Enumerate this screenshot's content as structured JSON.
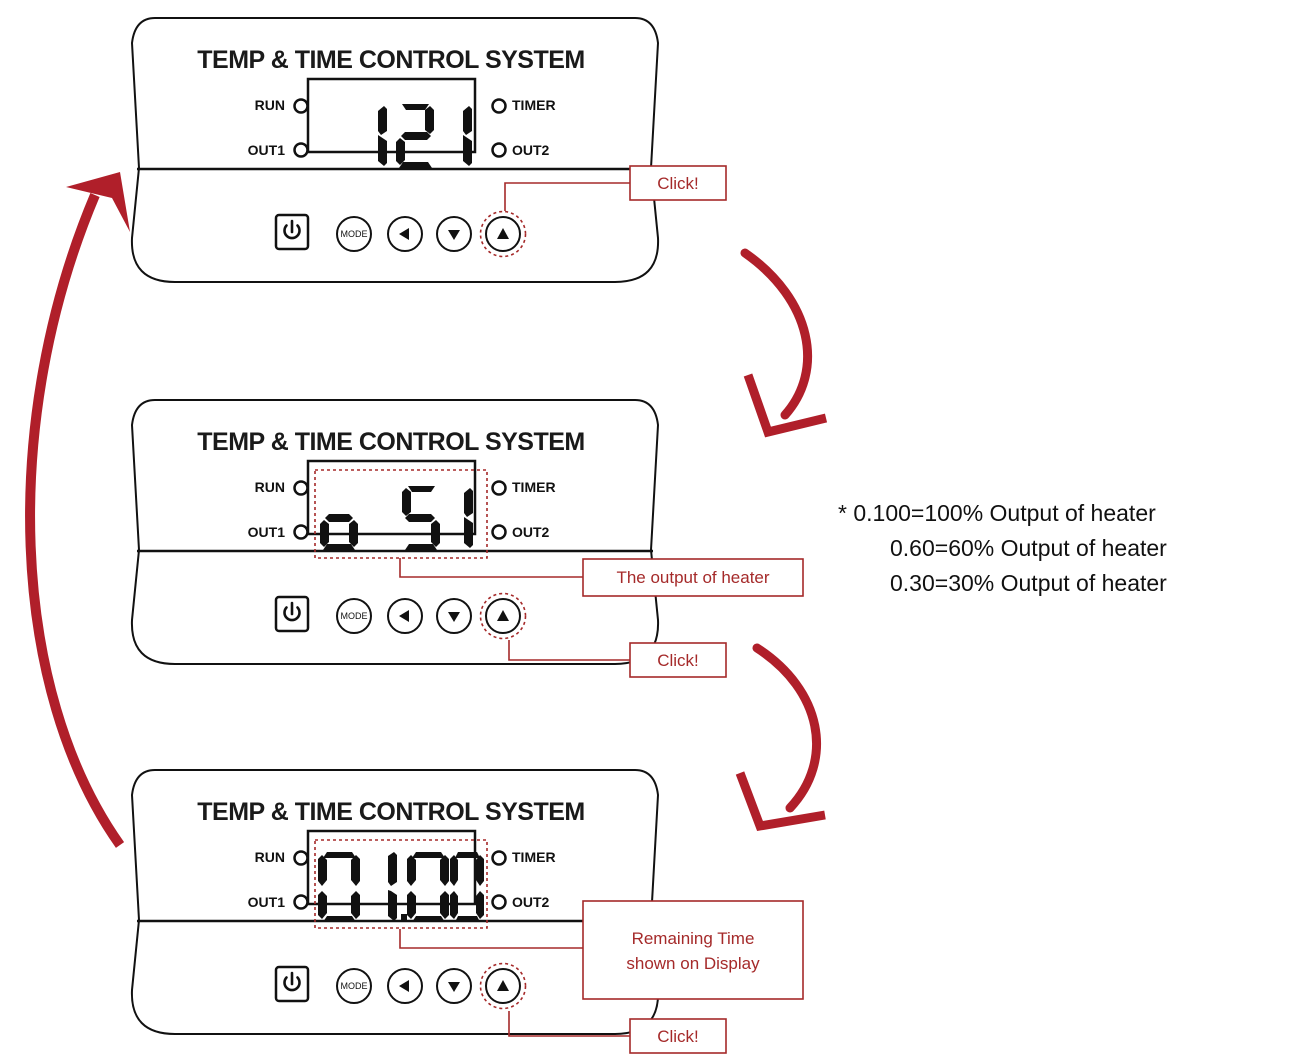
{
  "panel": {
    "title": "TEMP & TIME CONTROL SYSTEM",
    "indicators": {
      "run": "RUN",
      "out1": "OUT1",
      "timer": "TIMER",
      "out2": "OUT2"
    },
    "mode_button": "MODE"
  },
  "panels": [
    {
      "display": "121",
      "callouts": [
        "Click!"
      ]
    },
    {
      "display": "o 51",
      "callouts": [
        "The output of heater",
        "Click!"
      ]
    },
    {
      "display": "01.00",
      "callouts": [
        "Remaining Time",
        "shown on Display",
        "Click!"
      ]
    }
  ],
  "note": {
    "lines": [
      "* 0.100=100% Output of heater",
      "0.60=60% Output of heater",
      "0.30=30% Output of heater"
    ]
  },
  "colors": {
    "accent": "#a52a2a",
    "arrow": "#b01f2a",
    "ink": "#111111"
  },
  "icons": [
    "power-icon",
    "left-arrow-icon",
    "down-arrow-icon",
    "up-arrow-icon",
    "cycle-arrow"
  ]
}
